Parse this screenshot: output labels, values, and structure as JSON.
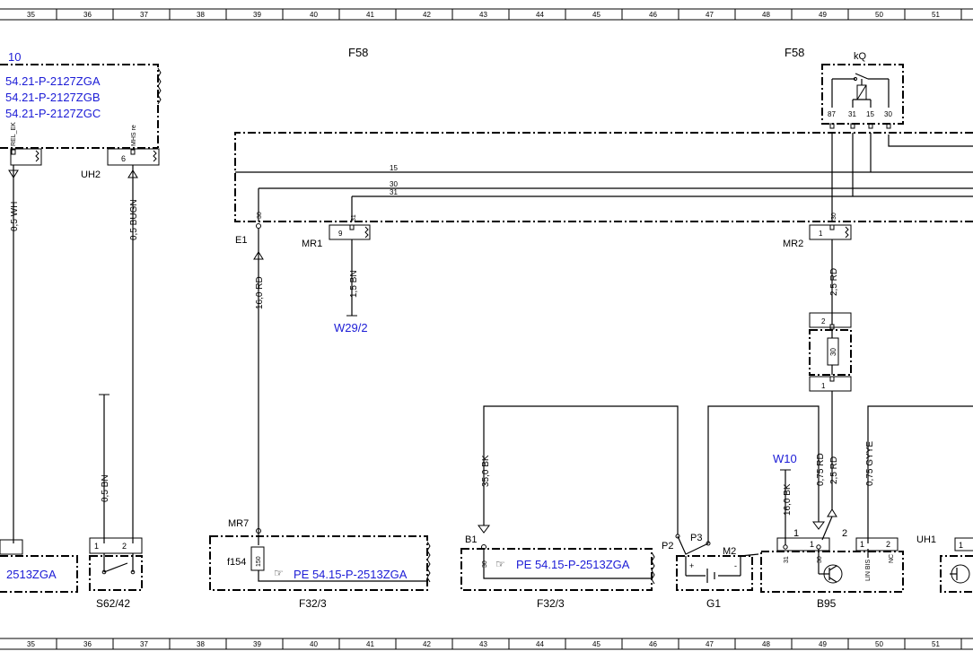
{
  "ruler": {
    "cells": [
      "35",
      "36",
      "37",
      "38",
      "39",
      "40",
      "41",
      "42",
      "43",
      "44",
      "45",
      "46",
      "47",
      "48",
      "49",
      "50",
      "51"
    ]
  },
  "headings": {
    "f58_left": "F58",
    "f58_right": "F58"
  },
  "module_left": {
    "number": "10",
    "refs": [
      "54.21-P-2127ZGA",
      "54.21-P-2127ZGB",
      "54.21-P-2127ZGC"
    ],
    "pin_rel": "REL_EK",
    "pin_mhs": "MHS re",
    "pin_6": "6",
    "uh2": "UH2"
  },
  "relay": {
    "label": "kQ",
    "pins": [
      "87",
      "31",
      "15",
      "30"
    ]
  },
  "bus_labels": [
    "15",
    "30",
    "31"
  ],
  "connectors": {
    "e1": "E1",
    "e1_pin": "30",
    "mr1": "MR1",
    "mr1_pin_a": "9",
    "mr1_pin_b": "31",
    "mr2": "MR2",
    "mr2_pin_a": "1",
    "mr2_pin_b": "30",
    "mr7": "MR7",
    "b1": "B1",
    "p2": "P2",
    "p3": "P3",
    "m2": "M2",
    "w10": "W10",
    "uh1": "UH1",
    "w29": "W29/2"
  },
  "wires": {
    "w1": "0,5 WH",
    "w2": "0,5 BUGN",
    "w3": "16,0 RD",
    "w4": "1,5 BN",
    "w5": "2,5 RD",
    "w6": "0,5 BN",
    "w7": "35,0 BK",
    "w8": "16,0 BK",
    "w9": "0,75 RD",
    "w10": "2,5 RD",
    "w11": "0,75 GYYE"
  },
  "fuse_holder": {
    "pin_2": "2",
    "pin_1": "1",
    "value": "30"
  },
  "bottom": {
    "ref_left": "2513ZGA",
    "s62": "S62/42",
    "s62_pin1": "1",
    "s62_pin2": "2",
    "f154": "f154",
    "f154_value": "150",
    "ref_a": "PE 54.15-P-2513ZGA",
    "f32a": "F32/3",
    "b1_pin": "30",
    "ref_b": "PE 54.15-P-2513ZGA",
    "f32b": "F32/3",
    "g1": "G1",
    "g1_plus": "+",
    "g1_minus": "-",
    "b95": "B95",
    "b95_pins": [
      "31",
      "30",
      "LIN BIS",
      "NC"
    ],
    "b95_num1": "1",
    "b95_num2": "2",
    "b95_sub1": "1",
    "b95_sub2": "1",
    "b95_sub3": "2",
    "uh1_pin": "1"
  },
  "colors": {
    "link": "#1c1cd6",
    "line": "#000000"
  }
}
